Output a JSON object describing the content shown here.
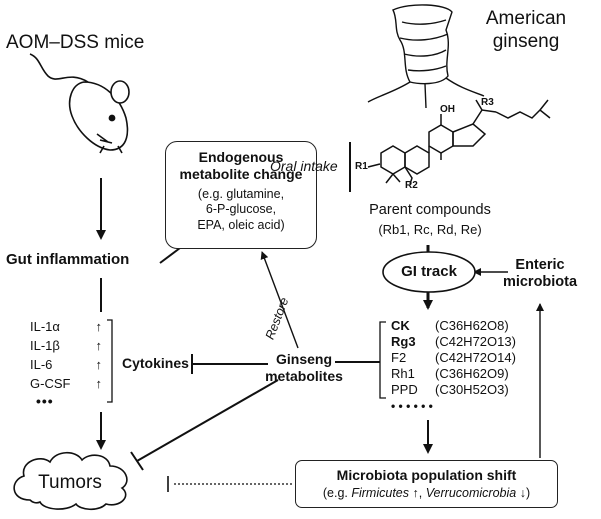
{
  "nodes": {
    "aom_dss_mice": "AOM–DSS mice",
    "american_ginseng": "American\nginseng",
    "gut_inflammation": "Gut inflammation",
    "endogenous_change": {
      "title": "Endogenous\nmetabolite change",
      "examples": "(e.g. glutamine,\n6-P-glucose,\nEPA, oleic acid)"
    },
    "oral_intake": "Oral intake",
    "parent_compounds": {
      "title": "Parent compounds",
      "list": "(Rb1, Rc, Rd, Re)"
    },
    "gi_track": "GI track",
    "enteric_microbiota": "Enteric\nmicrobiota",
    "restore": "Restore",
    "ginseng_metabolites": "Ginseng\nmetabolites",
    "cytokines_label": "Cytokines",
    "tumors": "Tumors",
    "microbiota_shift": {
      "title": "Microbiota population shift",
      "prefix": "(e.g. ",
      "taxon1": "Firmicutes",
      "arrow_up": " ↑, ",
      "taxon2": "Verrucomicrobia",
      "arrow_down": " ↓)"
    }
  },
  "cytokines": [
    {
      "name": "IL-1α",
      "arrow": "↑"
    },
    {
      "name": "IL-1β",
      "arrow": "↑"
    },
    {
      "name": "IL-6",
      "arrow": "↑"
    },
    {
      "name": "G-CSF",
      "arrow": "↑"
    }
  ],
  "cytokines_more": "•••",
  "metabolites": [
    {
      "name": "CK",
      "formula": "(C36H62O8)",
      "bold": true
    },
    {
      "name": "Rg3",
      "formula": "(C42H72O13)",
      "bold": true
    },
    {
      "name": "F2",
      "formula": "(C42H72O14)",
      "bold": false
    },
    {
      "name": "Rh1",
      "formula": "(C36H62O9)",
      "bold": false
    },
    {
      "name": "PPD",
      "formula": "(C30H52O3)",
      "bold": false
    }
  ],
  "metabolites_more": "• • • • • •",
  "structure_labels": {
    "oh": "OH",
    "r1": "R1",
    "r2": "R2",
    "r3": "R3"
  },
  "colors": {
    "line": "#111111",
    "dotted": "#333333"
  }
}
